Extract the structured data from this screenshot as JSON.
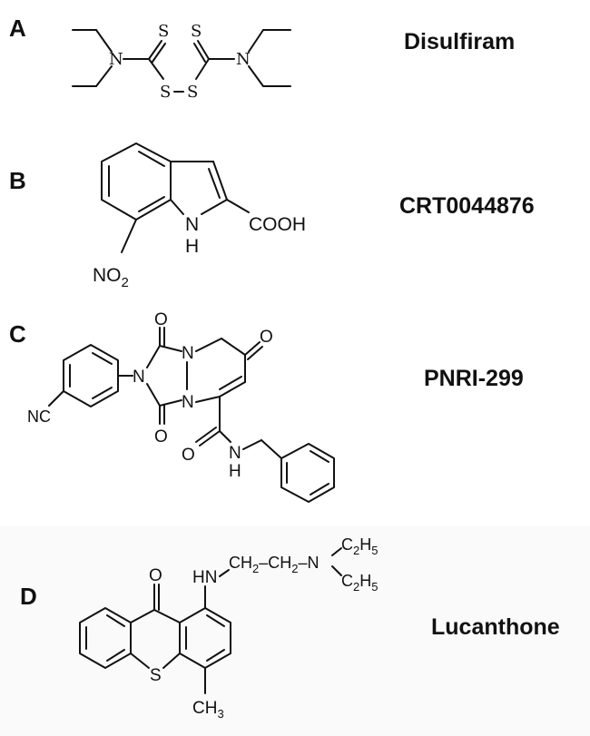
{
  "panels": [
    {
      "letter": "A",
      "name": "Disulfiram",
      "atoms": {
        "n1": "N",
        "s1": "S",
        "s2": "S",
        "s3": "S",
        "s4": "S",
        "n2": "N"
      }
    },
    {
      "letter": "B",
      "name": "CRT0044876",
      "atoms": {
        "n": "N",
        "h": "H",
        "cooh": "COOH",
        "no2": "NO",
        "no2_sub": "2"
      }
    },
    {
      "letter": "C",
      "name": "PNRI-299",
      "atoms": {
        "o_top": "O",
        "n_left": "N",
        "n_ring1": "N",
        "n_ring2": "N",
        "o_bottom": "O",
        "o_keto": "O",
        "nc": "NC",
        "o_amide": "O",
        "nh_n": "N",
        "nh_h": "H"
      }
    },
    {
      "letter": "D",
      "name": "Lucanthone",
      "atoms": {
        "o": "O",
        "hn": "HN",
        "ch2a": "CH",
        "ch2a_sub": "2",
        "dash1": "–",
        "ch2b": "CH",
        "ch2b_sub": "2",
        "dash2": "–",
        "n": "N",
        "c2h5a": "C",
        "c2h5a_s1": "2",
        "c2h5a_h": "H",
        "c2h5a_s2": "5",
        "c2h5b": "C",
        "c2h5b_s1": "2",
        "c2h5b_h": "H",
        "c2h5b_s2": "5",
        "s": "S",
        "ch3": "CH",
        "ch3_sub": "3"
      }
    }
  ]
}
